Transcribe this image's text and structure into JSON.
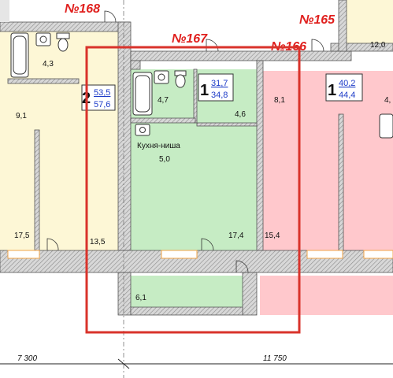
{
  "apartments": [
    {
      "number": "№168",
      "rooms": "2",
      "area_total": "53,5",
      "area_total2": "57,6"
    },
    {
      "number": "№167",
      "rooms": "1",
      "area_total": "31,7",
      "area_total2": "34,8"
    },
    {
      "number": "№166",
      "rooms": "1",
      "area_total": "40,2",
      "area_total2": "44,4"
    },
    {
      "number": "№165"
    }
  ],
  "rooms": {
    "r168_bath": "4,3",
    "r168_hall": "9,1",
    "r168_room1": "17,5",
    "r168_room2": "13,5",
    "r167_bath": "4,7",
    "r167_hall": "4,6",
    "r167_kitchen_label": "Кухня-ниша",
    "r167_kitchen": "5,0",
    "r167_room": "17,4",
    "r167_balcony": "6,1",
    "r166_hall": "8,1",
    "r166_room": "15,4",
    "r166_partial": "4,",
    "r165_room": "12,0"
  },
  "dimensions": {
    "left": "7 300",
    "right": "11 750"
  },
  "colors": {
    "apt168": "#fdf7d6",
    "apt167": "#c6ecc4",
    "apt166": "#ffc8cc",
    "wall": "#c8c8c8",
    "highlight": "#d9332b",
    "label": "#e0201e",
    "area_box": "#1e3cc8"
  }
}
